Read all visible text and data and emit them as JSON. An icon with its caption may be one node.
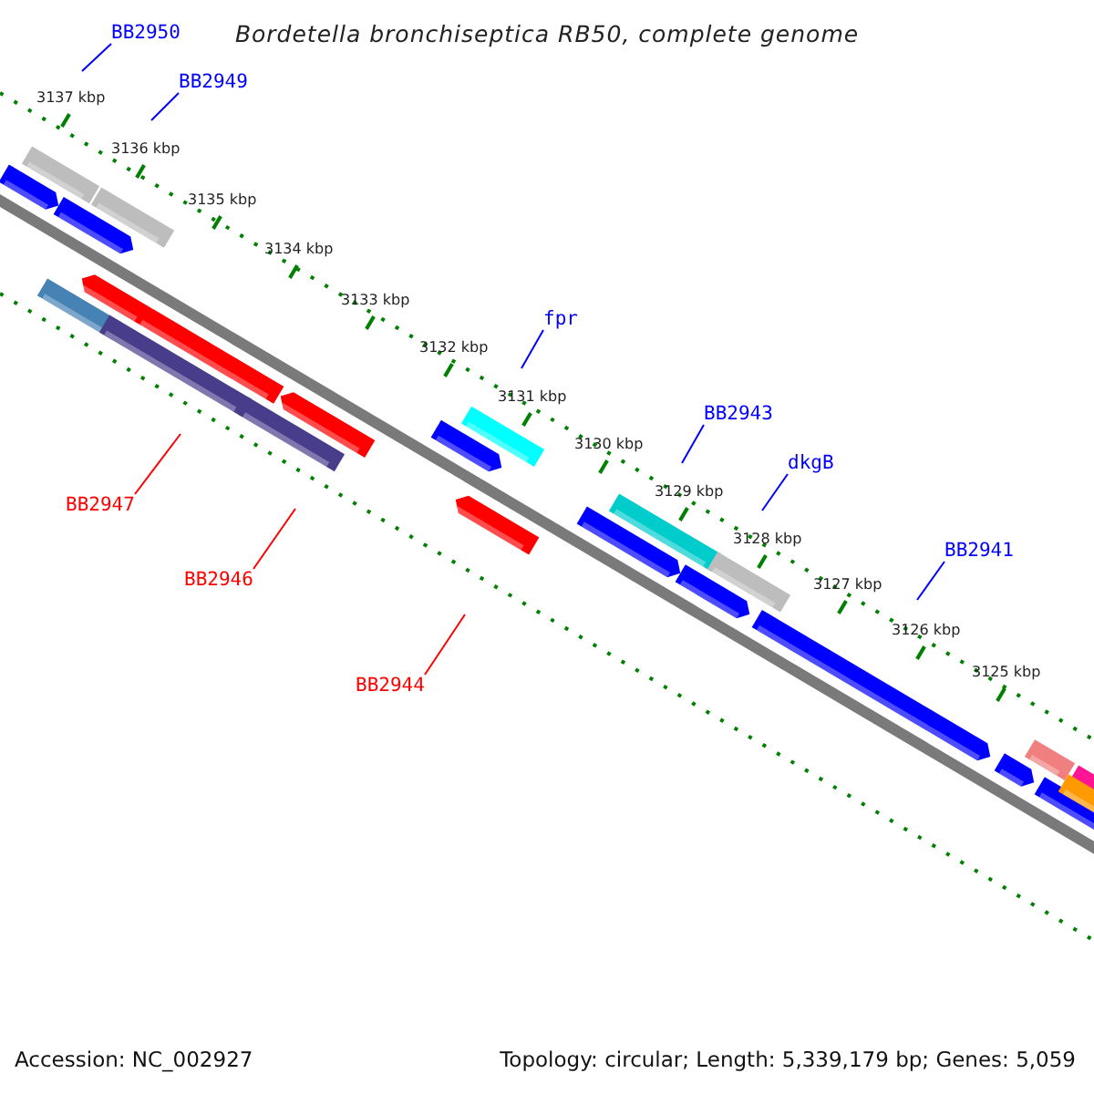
{
  "diagram": {
    "title": "Bordetella bronchiseptica RB50, complete genome",
    "nodes": [
      {
        "text": [
          "BB2950"
        ]
      },
      {
        "text": [
          "BB2949"
        ]
      },
      {
        "text": [
          "fpr"
        ]
      },
      {
        "text": [
          "BB2943"
        ]
      },
      {
        "text": [
          "dkgB"
        ]
      },
      {
        "text": [
          "BB2941"
        ]
      },
      {
        "text": [
          "BB2947"
        ]
      },
      {
        "text": [
          "BB2946"
        ]
      },
      {
        "text": [
          "BB2944"
        ]
      }
    ],
    "edges": [
      {
        "from": 0,
        "to": null,
        "arrow": "none"
      },
      {
        "from": 1,
        "to": null,
        "arrow": "none"
      },
      {
        "from": 2,
        "to": null,
        "arrow": "none"
      },
      {
        "from": 3,
        "to": null,
        "arrow": "none"
      },
      {
        "from": 4,
        "to": null,
        "arrow": "none"
      },
      {
        "from": 5,
        "to": null,
        "arrow": "none"
      },
      {
        "from": 6,
        "to": null,
        "arrow": "none",
        "color": "#ff0000"
      },
      {
        "from": 7,
        "to": null,
        "arrow": "none",
        "color": "#ff0000"
      },
      {
        "from": 8,
        "to": null,
        "arrow": "none",
        "color": "#ff0000"
      }
    ],
    "labels": [
      "3137 kbp",
      "3136 kbp",
      "3135 kbp",
      "3134 kbp",
      "3133 kbp",
      "3132 kbp",
      "3131 kbp",
      "3130 kbp",
      "3129 kbp",
      "3128 kbp",
      "3127 kbp",
      "3126 kbp",
      "3125 kbp",
      "Accession: NC_002927",
      "Topology: circular; Length: 5,339,179 bp; Genes: 5,059"
    ]
  }
}
